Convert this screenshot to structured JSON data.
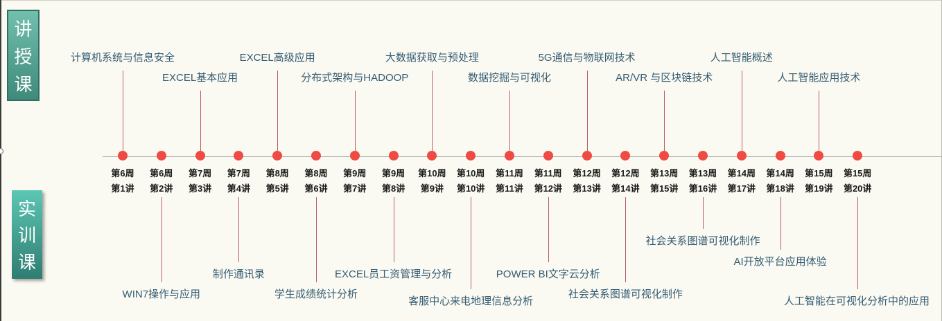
{
  "side_labels": {
    "lecture": [
      "讲",
      "授",
      "课"
    ],
    "practice": [
      "实",
      "训",
      "课"
    ]
  },
  "timeline": [
    {
      "week": "第6周",
      "lecture": "第1讲"
    },
    {
      "week": "第6周",
      "lecture": "第2讲"
    },
    {
      "week": "第7周",
      "lecture": "第3讲"
    },
    {
      "week": "第7周",
      "lecture": "第4讲"
    },
    {
      "week": "第8周",
      "lecture": "第5讲"
    },
    {
      "week": "第8周",
      "lecture": "第6讲"
    },
    {
      "week": "第9周",
      "lecture": "第7讲"
    },
    {
      "week": "第9周",
      "lecture": "第8讲"
    },
    {
      "week": "第10周",
      "lecture": "第9讲"
    },
    {
      "week": "第10周",
      "lecture": "第10讲"
    },
    {
      "week": "第11周",
      "lecture": "第11讲"
    },
    {
      "week": "第11周",
      "lecture": "第12讲"
    },
    {
      "week": "第12周",
      "lecture": "第13讲"
    },
    {
      "week": "第12周",
      "lecture": "第14讲"
    },
    {
      "week": "第13周",
      "lecture": "第15讲"
    },
    {
      "week": "第13周",
      "lecture": "第16讲"
    },
    {
      "week": "第14周",
      "lecture": "第17讲"
    },
    {
      "week": "第14周",
      "lecture": "第18讲"
    },
    {
      "week": "第15周",
      "lecture": "第19讲"
    },
    {
      "week": "第15周",
      "lecture": "第20讲"
    }
  ],
  "lecture_topics": [
    {
      "session": 1,
      "title": "计算机系统与信息安全"
    },
    {
      "session": 3,
      "title": "EXCEL基本应用"
    },
    {
      "session": 5,
      "title": "EXCEL高级应用"
    },
    {
      "session": 7,
      "title": "分布式架构与HADOOP"
    },
    {
      "session": 9,
      "title": "大数据获取与预处理"
    },
    {
      "session": 11,
      "title": "数据挖掘与可视化"
    },
    {
      "session": 13,
      "title": "5G通信与物联网技术"
    },
    {
      "session": 15,
      "title": "AR/VR 与区块链技术"
    },
    {
      "session": 17,
      "title": "人工智能概述"
    },
    {
      "session": 19,
      "title": "人工智能应用技术"
    }
  ],
  "practice_topics": [
    {
      "session": 2,
      "title": "WIN7操作与应用"
    },
    {
      "session": 4,
      "title": "制作通讯录"
    },
    {
      "session": 6,
      "title": "学生成绩统计分析"
    },
    {
      "session": 8,
      "title": "EXCEL员工资管理与分析"
    },
    {
      "session": 10,
      "title": "客服中心来电地理信息分析"
    },
    {
      "session": 12,
      "title": "POWER BI文字云分析"
    },
    {
      "session": 14,
      "title": "社会关系图谱可视化制作"
    },
    {
      "session": 16,
      "title": "社会关系图谱可视化制作"
    },
    {
      "session": 18,
      "title": "AI开放平台应用体验"
    },
    {
      "session": 20,
      "title": "人工智能在可视化分析中的应用"
    }
  ],
  "colors": {
    "node": "#ef4a43",
    "connector": "#b75c66",
    "topic_text": "#335b73",
    "axis": "#a9a9a9"
  }
}
